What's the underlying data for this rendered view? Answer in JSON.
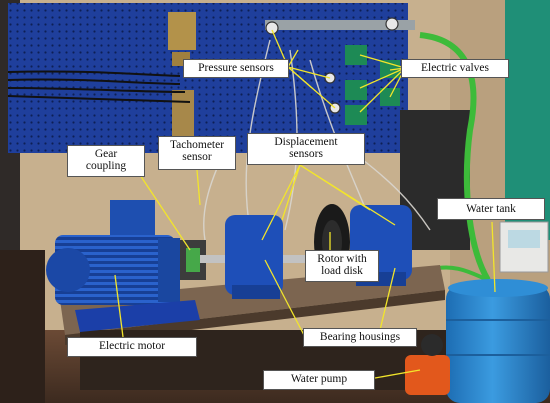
{
  "figure": {
    "labels": {
      "pressure_sensors": "Pressure sensors",
      "electric_valves": "Electric valves",
      "gear_coupling": [
        "Gear",
        "coupling"
      ],
      "tachometer_sensor": [
        "Tachometer",
        "sensor"
      ],
      "displacement_sensors": [
        "Displacement",
        "sensors"
      ],
      "water_tank": "Water tank",
      "rotor_with_load_disk": [
        "Rotor with",
        "load disk"
      ],
      "bearing_housings": "Bearing housings",
      "electric_motor": "Electric motor",
      "water_pump": "Water pump"
    },
    "colors": {
      "pegboard": "#1f3f9c",
      "motor": "#1e4fb0",
      "frame": "#1b3fa8",
      "pipe_green": "#3dbb3a",
      "tank": "#2a86cf",
      "pump": "#e2581c",
      "leader": "#f2e52b"
    }
  }
}
